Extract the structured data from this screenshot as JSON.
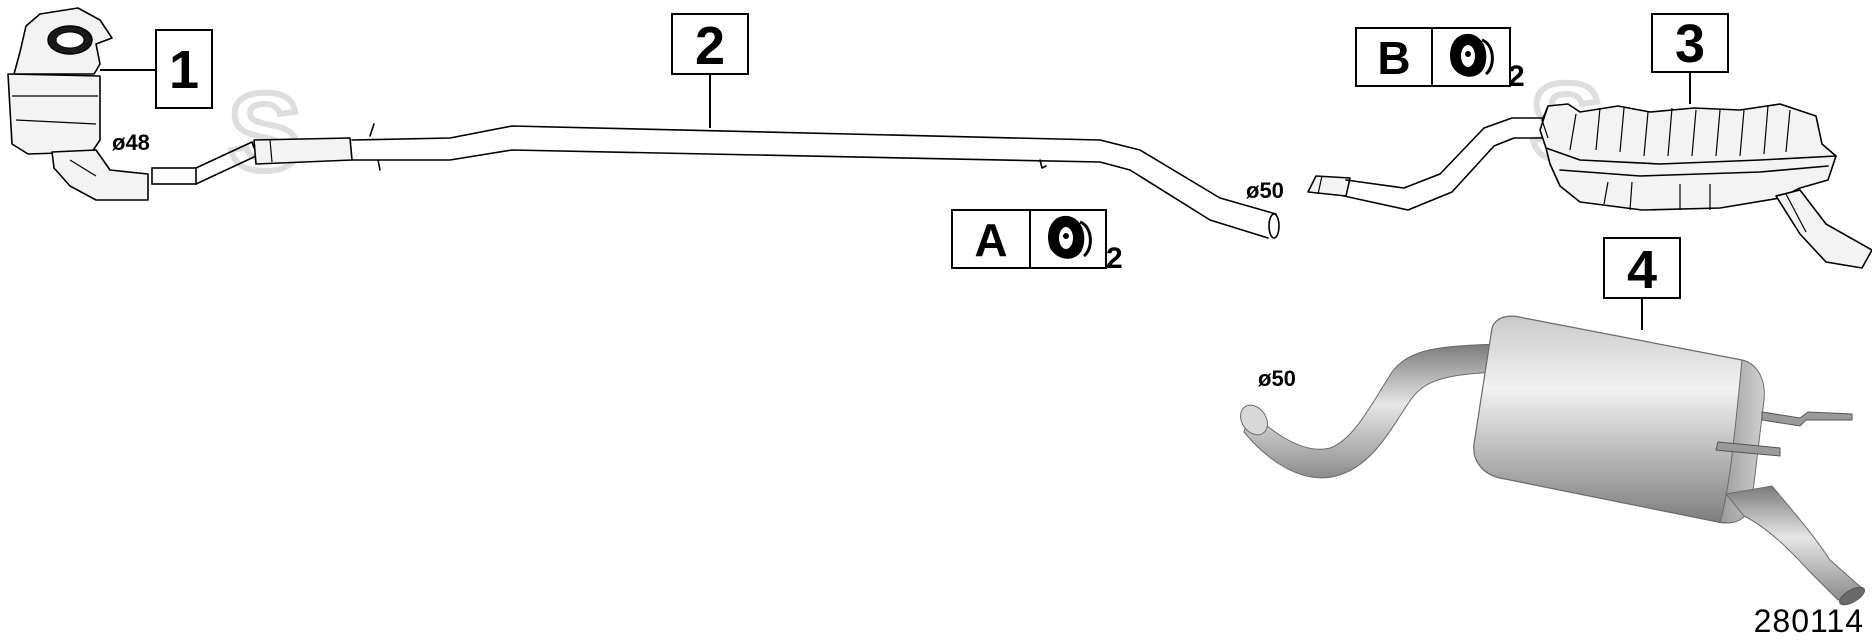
{
  "callouts": {
    "c1": "1",
    "c2": "2",
    "c3": "3",
    "c4": "4"
  },
  "hangers": {
    "a": {
      "letter": "A",
      "qty": "2",
      "icon": "rubber-hanger-icon"
    },
    "b": {
      "letter": "B",
      "qty": "2",
      "icon": "rubber-hanger-icon"
    }
  },
  "dimensions": {
    "d48": "ø48",
    "d50_mid": "ø50",
    "d50_lower": "ø50"
  },
  "drawing_number": "280114",
  "colors": {
    "line": "#000000",
    "part_fill": "#f3f3f3",
    "watermark": "#dedede",
    "metal_light": "#d9d9d9",
    "metal_dark": "#8a8a8a"
  }
}
